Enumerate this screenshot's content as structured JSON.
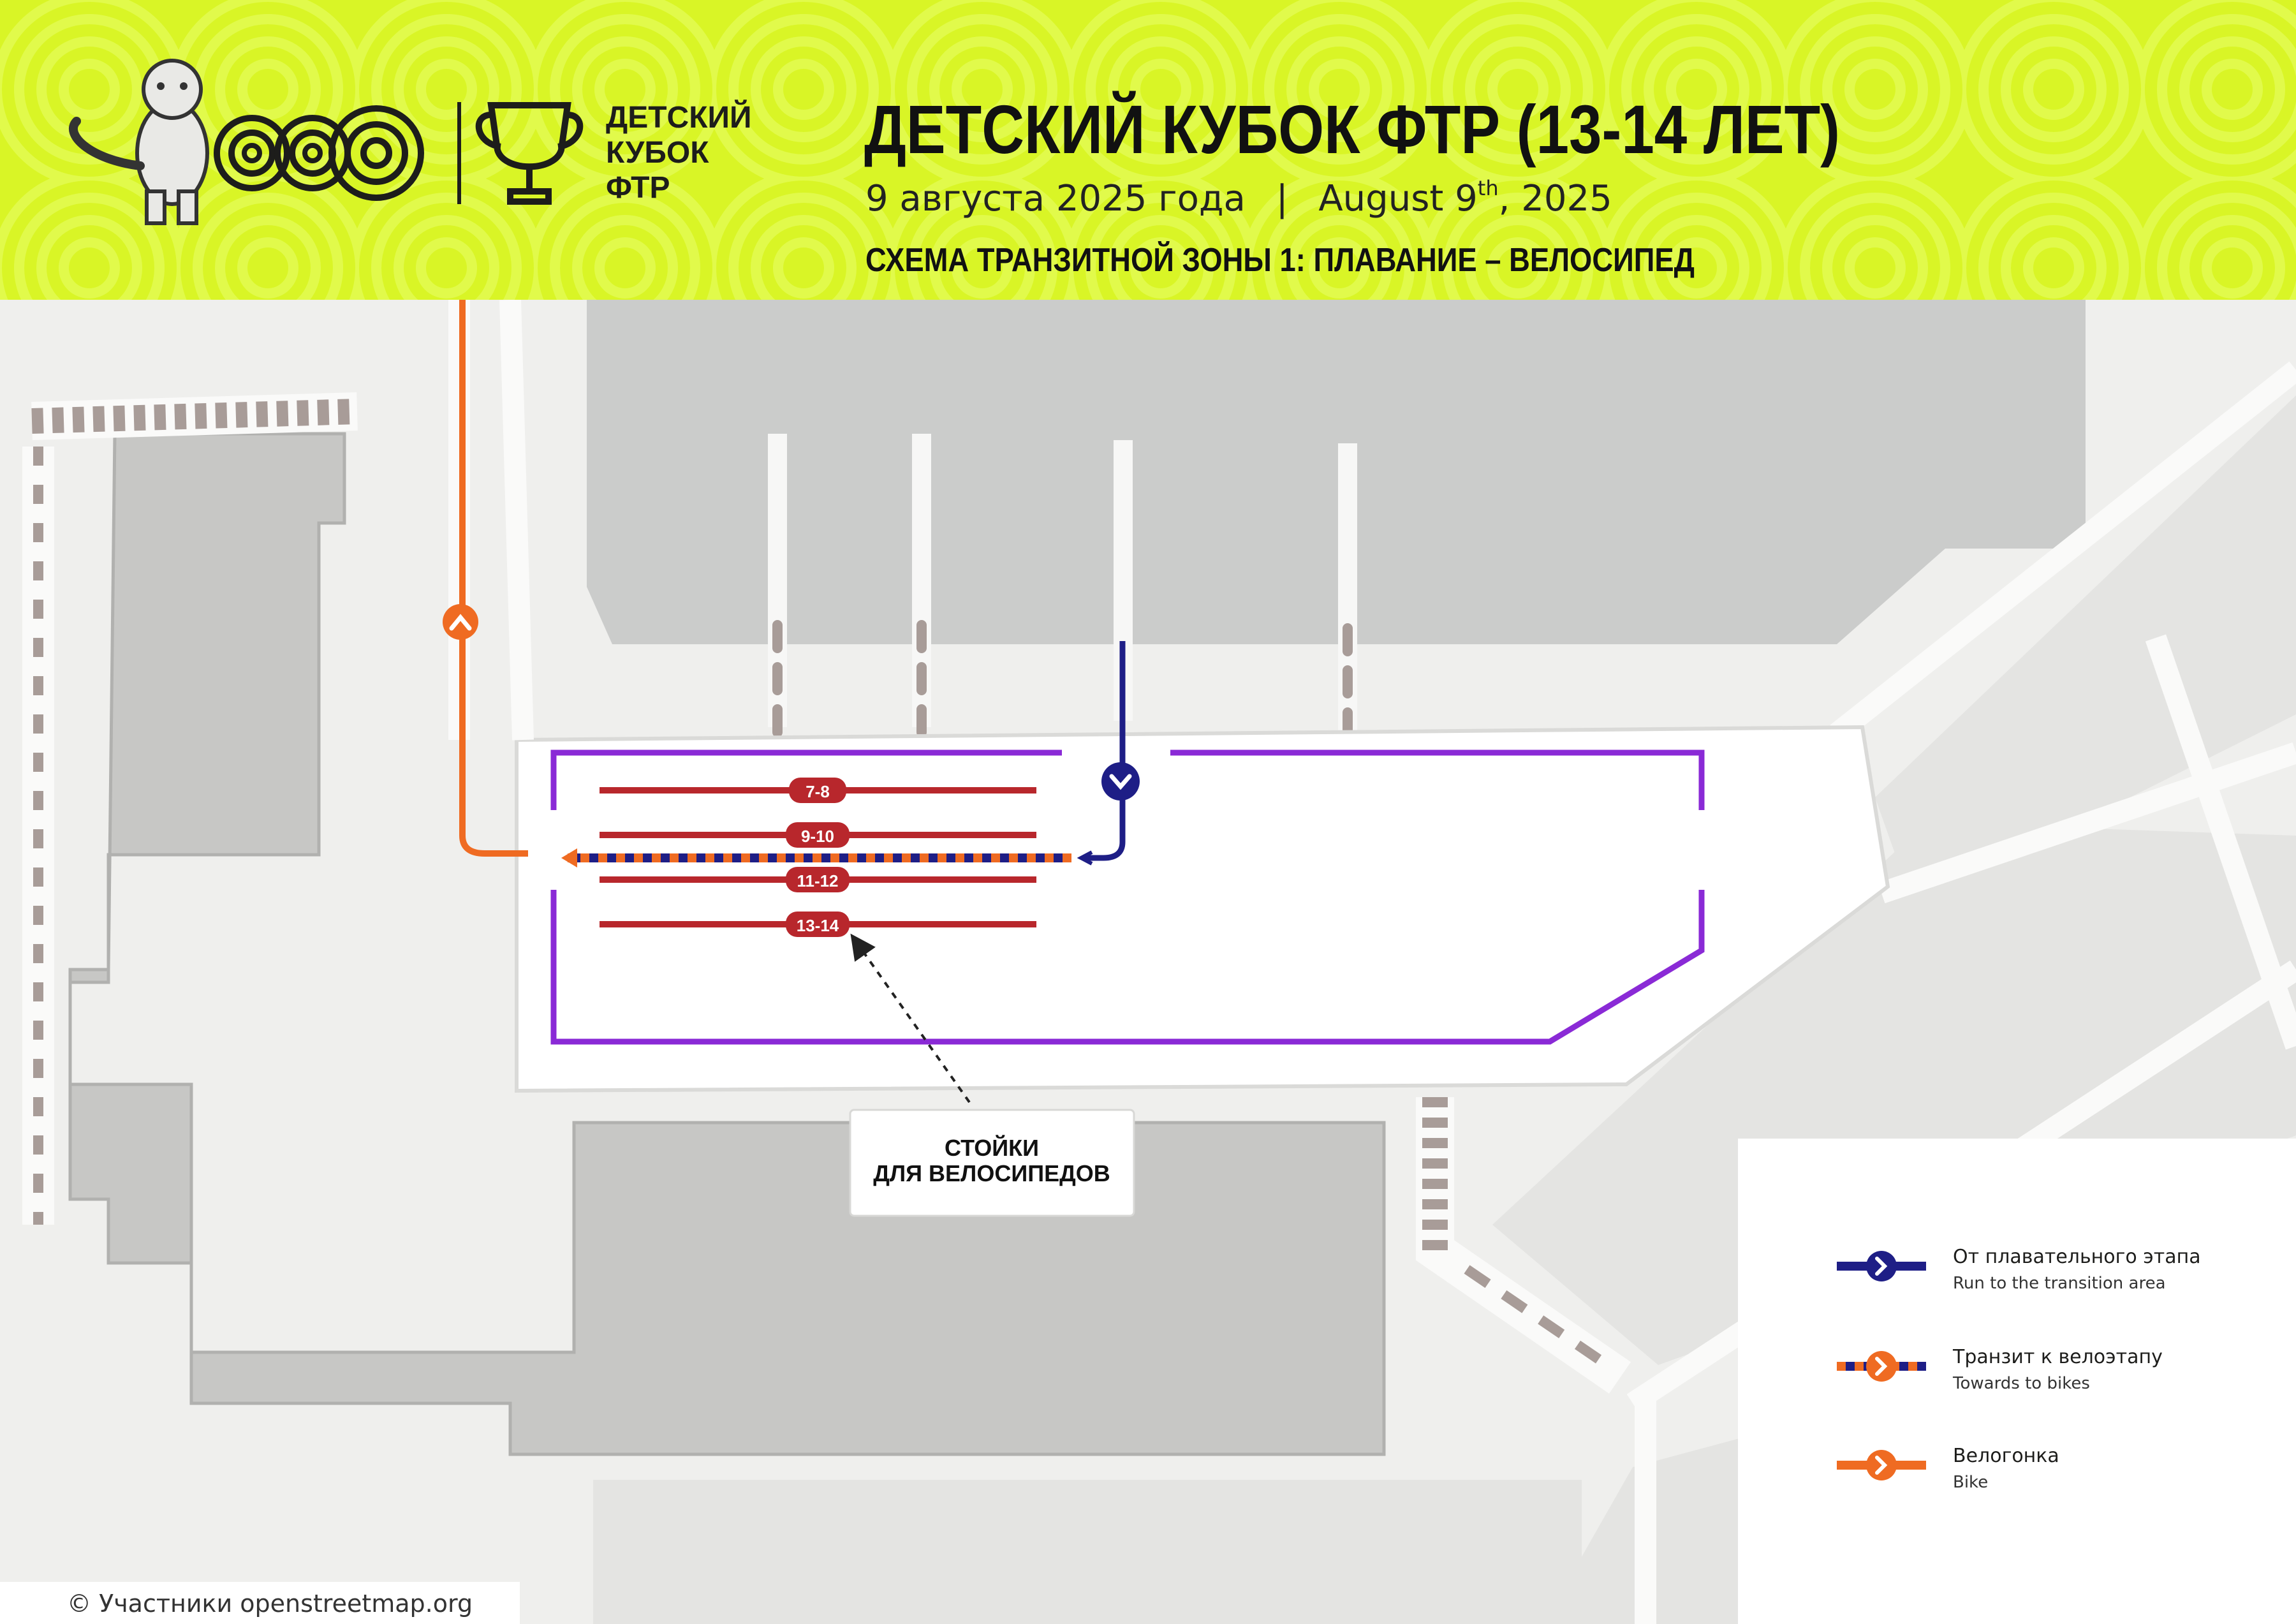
{
  "header": {
    "brand_lines": [
      "ДЕТСКИЙ",
      "КУБОК",
      "ФТР"
    ],
    "title": "ДЕТСКИЙ КУБОК ФТР (13-14 ЛЕТ)",
    "date_ru": "9 августа 2025 года",
    "date_en_prefix": "August 9",
    "date_en_sup": "th",
    "date_en_suffix": ", 2025",
    "subtitle": "СХЕМА ТРАНЗИТНОЙ ЗОНЫ 1: ПЛАВАНИЕ – ВЕЛОСИПЕД"
  },
  "racks": [
    {
      "label": "7-8"
    },
    {
      "label": "9-10"
    },
    {
      "label": "11-12"
    },
    {
      "label": "13-14"
    }
  ],
  "callout": {
    "line1": "СТОЙКИ",
    "line2": "ДЛЯ ВЕЛОСИПЕДОВ"
  },
  "legend": {
    "items": [
      {
        "title": "От плавательного этапа",
        "subtitle": "Run to the transition area",
        "style": "swim"
      },
      {
        "title": "Транзит к велоэтапу",
        "subtitle": "Towards to bikes",
        "style": "transit"
      },
      {
        "title": "Велогонка",
        "subtitle": "Bike",
        "style": "bike"
      }
    ]
  },
  "copyright": "© Участники openstreetmap.org",
  "colors": {
    "header_bg": "#d9f526",
    "swim": "#1e1e86",
    "bike": "#ef6b22",
    "zone": "#8a2ad6",
    "rack": "#b8272c",
    "building": "#c7c7c5",
    "water": "#cbcccb"
  }
}
